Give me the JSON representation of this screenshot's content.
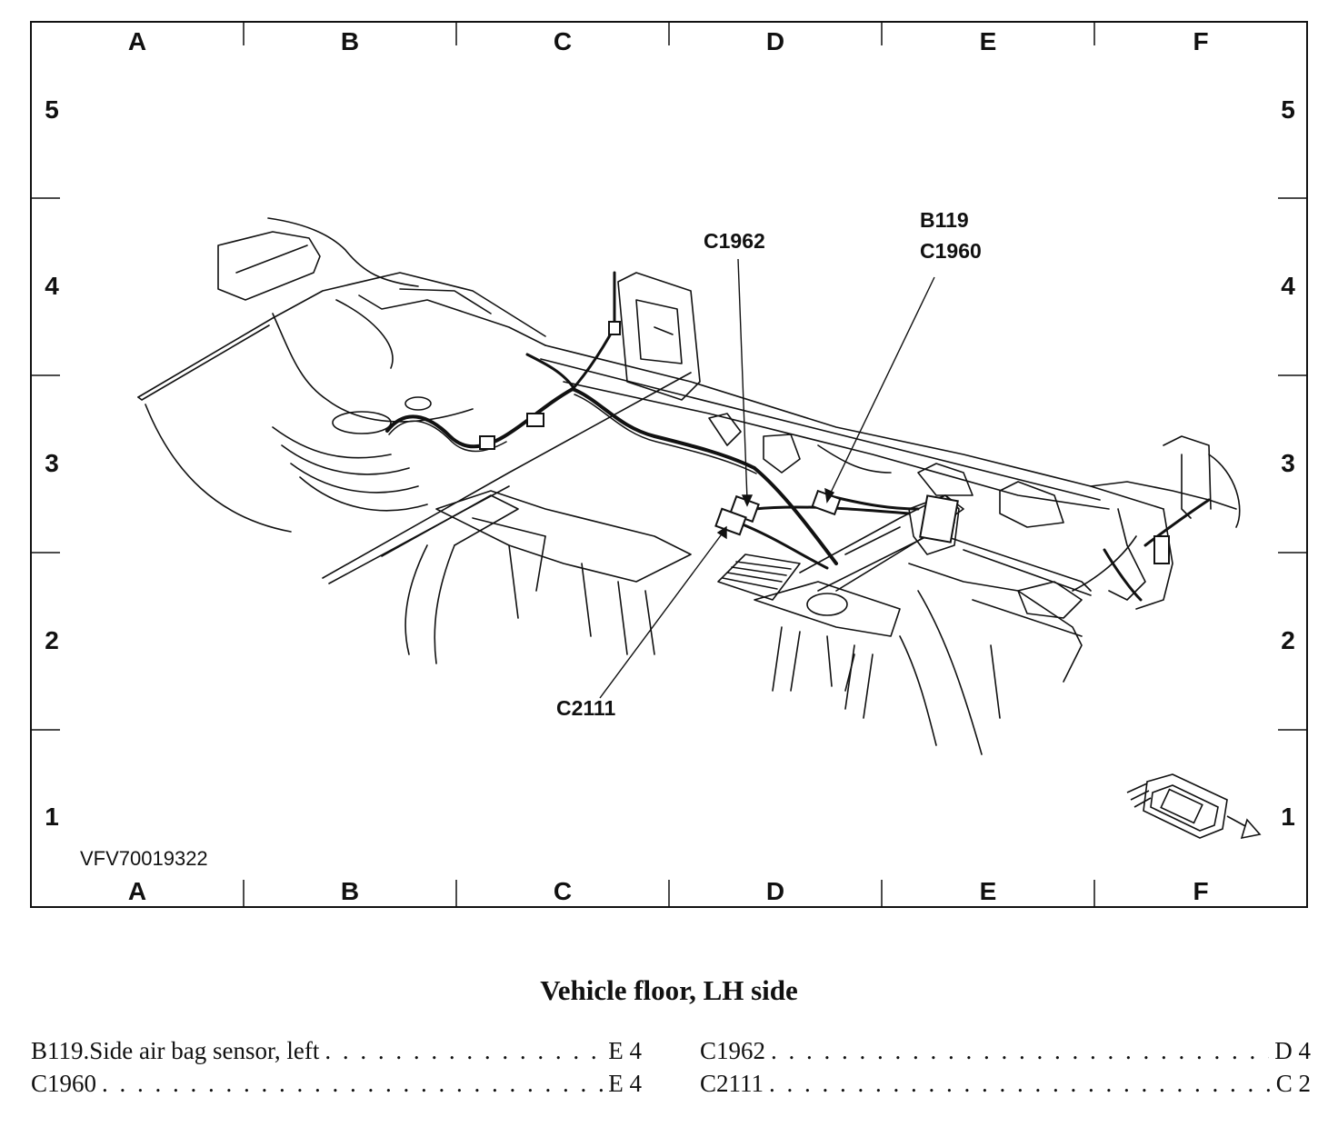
{
  "grid": {
    "columns": [
      "A",
      "B",
      "C",
      "D",
      "E",
      "F"
    ],
    "rows": [
      "5",
      "4",
      "3",
      "2",
      "1"
    ]
  },
  "figure_id": "VFV70019322",
  "callouts": {
    "c1962": "C1962",
    "b119": "B119",
    "c1960": "C1960",
    "c2111": "C2111"
  },
  "caption": "Vehicle floor, LH side",
  "legend": {
    "rows": [
      [
        {
          "code": "B119",
          "sep": " . ",
          "desc": "Side air bag sensor, left",
          "loc": "E 4"
        },
        {
          "code": "C1962",
          "sep": "",
          "desc": "",
          "loc": "D 4"
        }
      ],
      [
        {
          "code": "C1960",
          "sep": "",
          "desc": "",
          "loc": "E 4"
        },
        {
          "code": "C2111",
          "sep": "",
          "desc": "",
          "loc": "C 2"
        }
      ]
    ]
  }
}
